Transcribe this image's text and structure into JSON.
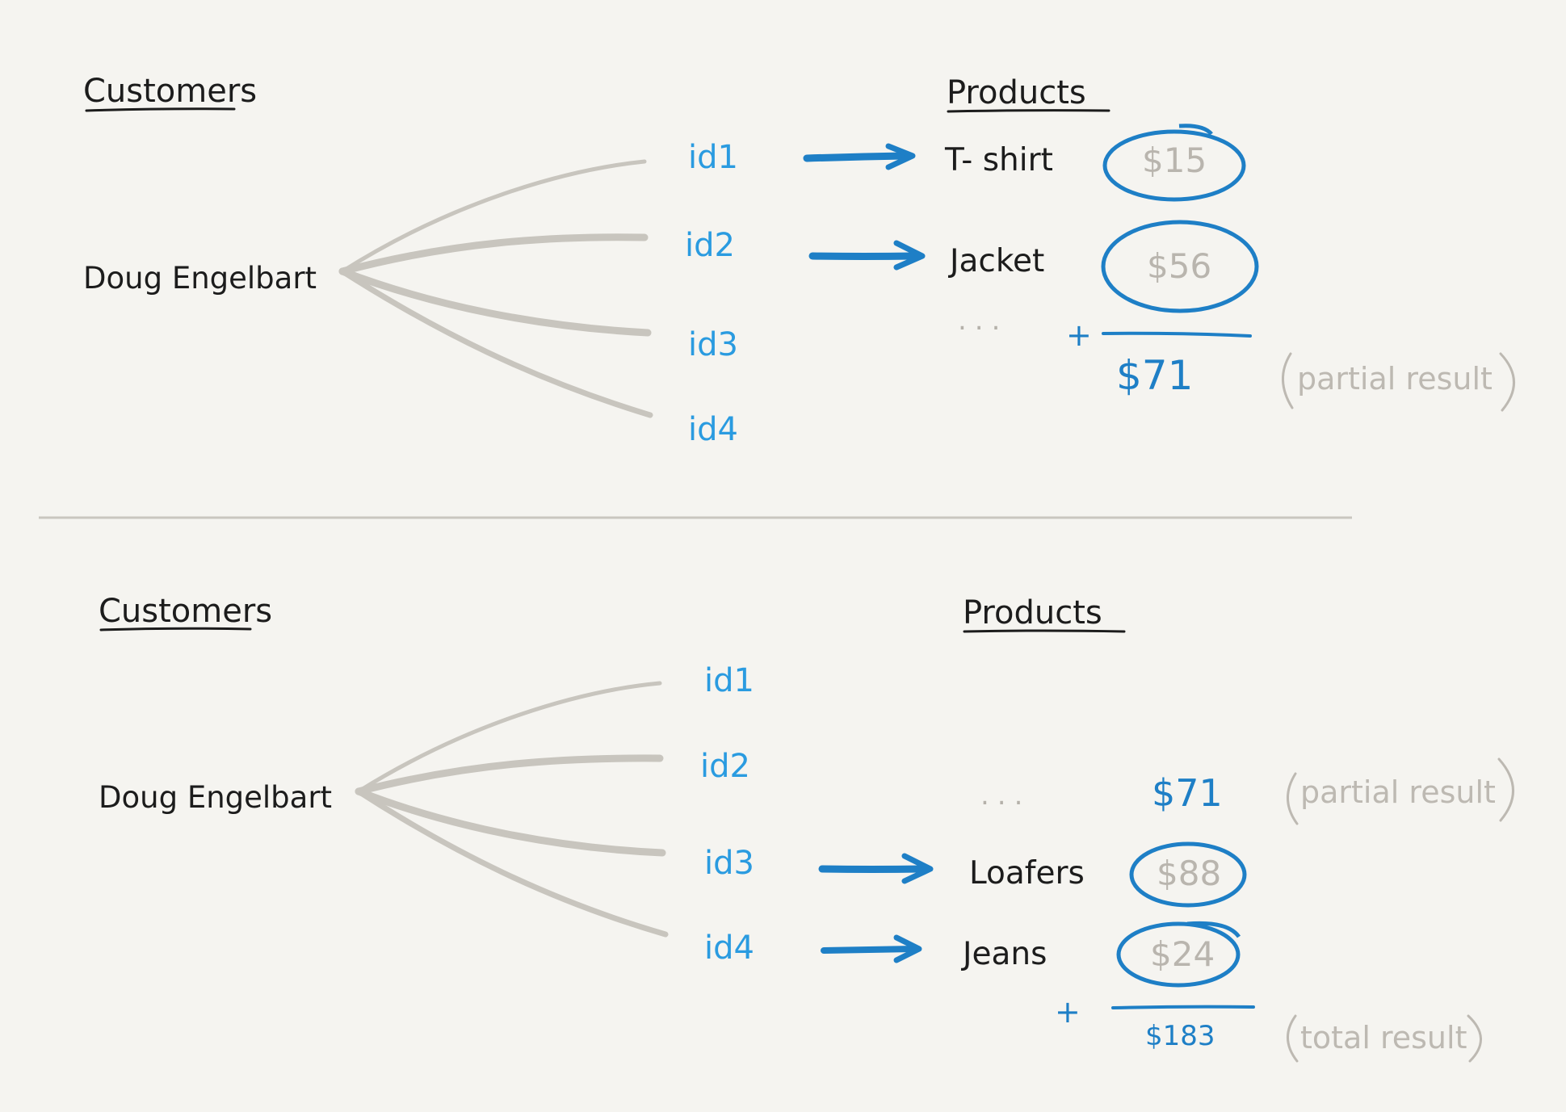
{
  "top": {
    "customers_label": "Customers",
    "products_label": "Products",
    "customer_name": "Doug Engelbart",
    "ids": [
      "id1",
      "id2",
      "id3",
      "id4"
    ],
    "products": [
      "T- shirt",
      "Jacket"
    ],
    "prices": [
      "$15",
      "$56"
    ],
    "ellipsis": "...",
    "plus": "+",
    "sum": "$71",
    "sum_note": "partial result"
  },
  "bottom": {
    "customers_label": "Customers",
    "products_label": "Products",
    "customer_name": "Doug Engelbart",
    "ids": [
      "id1",
      "id2",
      "id3",
      "id4"
    ],
    "ellipsis": "...",
    "carry": "$71",
    "carry_note": "partial result",
    "products": [
      "Loafers",
      "Jeans"
    ],
    "prices": [
      "$88",
      "$24"
    ],
    "plus": "+",
    "sum": "$183",
    "sum_note": "total result"
  },
  "colors": {
    "background": "#f5f4f0",
    "accent_blue": "#1e7fc6",
    "id_blue": "#2a9be0",
    "branch_gray": "#c8c5be",
    "muted_text": "#bdb9b2",
    "ink": "#1c1c1c"
  }
}
